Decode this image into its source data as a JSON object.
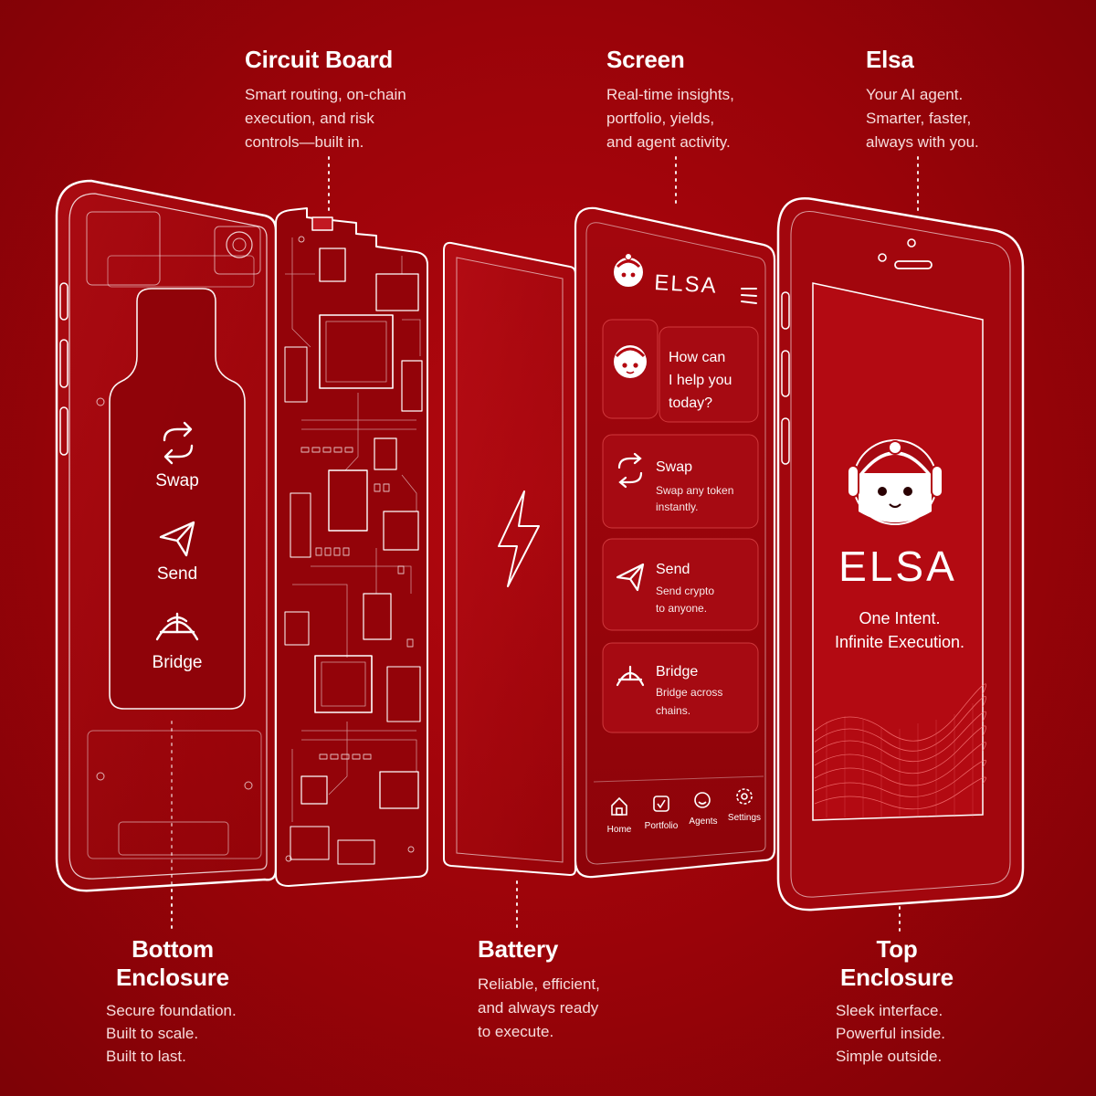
{
  "labels": {
    "circuit_board": {
      "title": "Circuit Board",
      "lines": [
        "Smart routing, on-chain",
        "execution, and risk",
        "controls—built in."
      ]
    },
    "screen": {
      "title": "Screen",
      "lines": [
        "Real-time insights,",
        "portfolio, yields,",
        "and agent activity."
      ]
    },
    "elsa": {
      "title": "Elsa",
      "lines": [
        "Your AI agent.",
        "Smarter, faster,",
        "always with you."
      ]
    },
    "bottom_enclosure": {
      "title_lines": [
        "Bottom",
        "Enclosure"
      ],
      "lines": [
        "Secure foundation.",
        "Built to scale.",
        "Built to last."
      ]
    },
    "battery": {
      "title": "Battery",
      "lines": [
        "Reliable, efficient,",
        "and always ready",
        "to execute."
      ]
    },
    "top_enclosure": {
      "title_lines": [
        "Top",
        "Enclosure"
      ],
      "lines": [
        "Sleek interface.",
        "Powerful inside.",
        "Simple outside."
      ]
    }
  },
  "bottom_enclosure_panel": {
    "items": [
      "Swap",
      "Send",
      "Bridge"
    ]
  },
  "screen_app": {
    "brand": "ELSA",
    "greeting": [
      "How can",
      "I help you",
      "today?"
    ],
    "cards": [
      {
        "title": "Swap",
        "desc": [
          "Swap any token",
          "instantly."
        ],
        "icon": "swap-icon"
      },
      {
        "title": "Send",
        "desc": [
          "Send crypto",
          "to anyone."
        ],
        "icon": "send-icon"
      },
      {
        "title": "Bridge",
        "desc": [
          "Bridge across",
          "chains."
        ],
        "icon": "bridge-icon"
      }
    ],
    "nav": [
      "Home",
      "Portfolio",
      "Agents",
      "Settings"
    ]
  },
  "top_enclosure_screen": {
    "brand": "ELSA",
    "tagline": [
      "One Intent.",
      "Infinite Execution."
    ]
  },
  "colors": {
    "background": "#9a0309",
    "line": "#ffffff",
    "accent": "#ff5a5a"
  }
}
